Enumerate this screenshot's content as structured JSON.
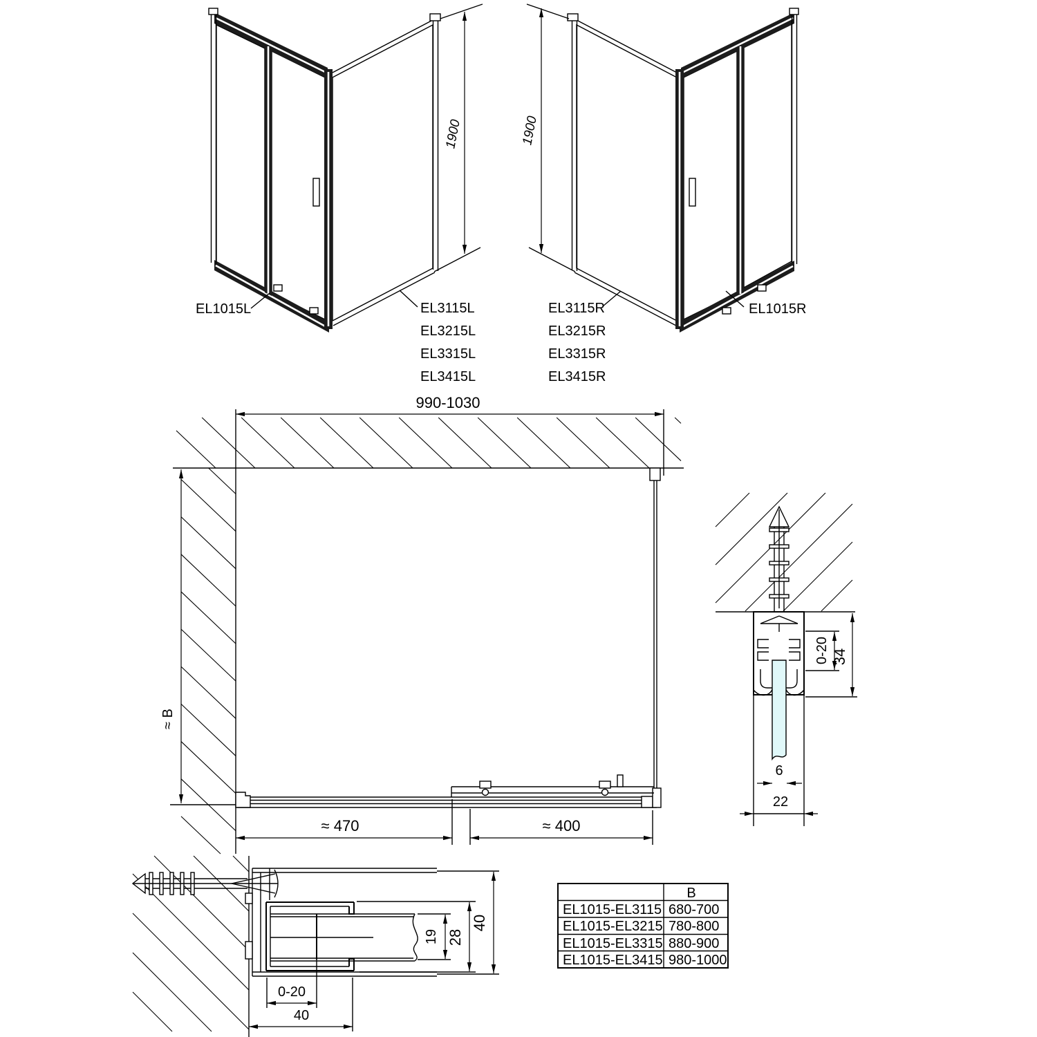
{
  "views": {
    "left_3d": {
      "height_dim": "1900",
      "door_label": "EL1015L",
      "side_labels": [
        "EL3115L",
        "EL3215L",
        "EL3315L",
        "EL3415L"
      ]
    },
    "right_3d": {
      "height_dim": "1900",
      "door_label": "EL1015R",
      "side_labels": [
        "EL3115R",
        "EL3215R",
        "EL3315R",
        "EL3415R"
      ]
    },
    "plan": {
      "width_dim": "990-1030",
      "depth_dim": "≈ B",
      "fixed_segment_dim": "≈ 470",
      "door_segment_dim": "≈ 400"
    },
    "wall_profile_section": {
      "adjustment_dim": "0-20",
      "profile_height_dim": "34",
      "glass_thickness_dim": "6",
      "profile_width_dim": "22"
    },
    "floor_profile_section": {
      "glass_slot_dim": "19",
      "leaf_height_dim": "28",
      "profile_height_dim": "40",
      "adjustment_dim": "0-20",
      "profile_width_dim": "40"
    }
  },
  "table": {
    "header_b": "B",
    "rows": [
      [
        "EL1015-EL3115",
        "680-700"
      ],
      [
        "EL1015-EL3215",
        "780-800"
      ],
      [
        "EL1015-EL3315",
        "880-900"
      ],
      [
        "EL1015-EL3415",
        "980-1000"
      ]
    ]
  },
  "colors": {
    "glass": "#e0f8f9",
    "line": "#000000"
  }
}
